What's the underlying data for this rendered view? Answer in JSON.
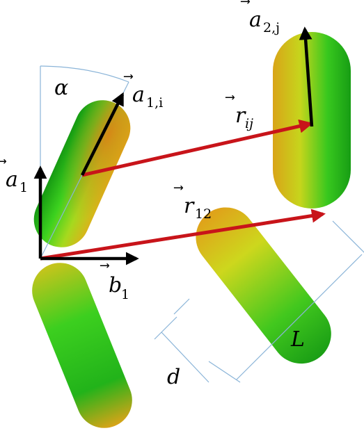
{
  "labels": {
    "alpha": "α",
    "a1_main": "a",
    "a1_sub": "1",
    "a1i_main": "a",
    "a1i_sub": "1,i",
    "a2j_main": "a",
    "a2j_sub": "2,j",
    "rij_main": "r",
    "rij_sub": "ij",
    "r12_main": "r",
    "r12_sub": "12",
    "b1_main": "b",
    "b1_sub": "1",
    "length": "L",
    "diameter": "d",
    "vec_arrow": "⃗"
  },
  "colors": {
    "capsule_green": "#22c01e",
    "capsule_yellow": "#e6d51c",
    "capsule_orange": "#d98a16",
    "capsule_dark": "#168f14",
    "vector_red": "#c8141a",
    "vector_black": "#000000",
    "dimension_line": "#8ab4d8"
  },
  "icons": {
    "capsule": "spherocylinder-particle",
    "vector": "arrow"
  }
}
